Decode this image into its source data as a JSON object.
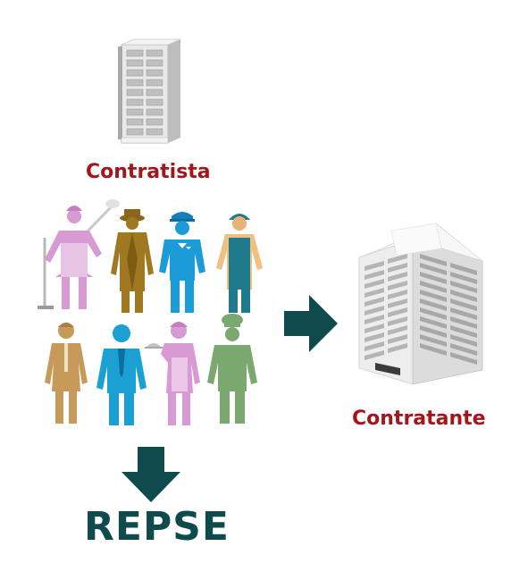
{
  "labels": {
    "contratista": "Contratista",
    "contratante": "Contratante",
    "repse": "REPSE"
  },
  "colors": {
    "label_red": "#a3161c",
    "arrow_teal": "#0f4a4c",
    "worker_pink": "#d79ad3",
    "worker_brown": "#a07820",
    "worker_blue": "#1b9bd7",
    "worker_teal": "#1f7a8c",
    "worker_tan": "#c79a5a",
    "worker_green": "#7ba86f",
    "building_gray": "#c8c8c8"
  },
  "icons": {
    "small_building": "small-office-building-icon",
    "large_building": "large-office-building-icon",
    "workers": [
      "cleaner-worker-icon",
      "detective-worker-icon",
      "police-worker-icon",
      "mechanic-worker-icon",
      "office-woman-worker-icon",
      "businessman-worker-icon",
      "waitress-worker-icon",
      "chef-worker-icon"
    ],
    "arrow_right": "arrow-right-icon",
    "arrow_down": "arrow-down-icon"
  }
}
